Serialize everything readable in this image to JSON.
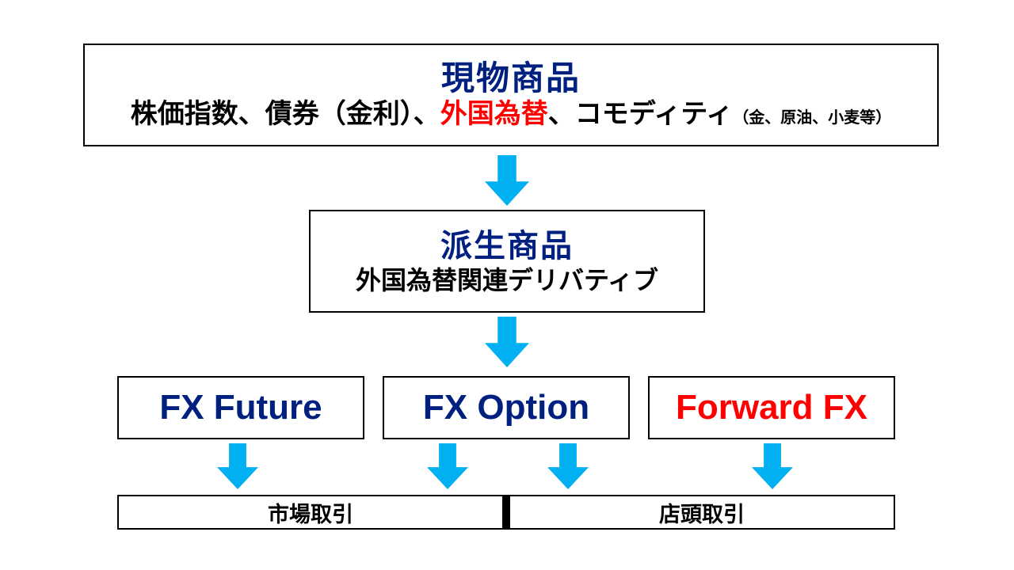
{
  "colors": {
    "navy": "#002080",
    "red": "#ff0000",
    "black": "#000000",
    "arrow_blue": "#00B0F0",
    "border": "#000000",
    "background": "#ffffff"
  },
  "top_box": {
    "title": "現物商品",
    "subtitle_part1": "株価指数、債券（金利）、",
    "subtitle_part2": "外国為替",
    "subtitle_part3": "、コモディティ",
    "subtitle_part4": "（金、原油、小麦等）"
  },
  "middle_box": {
    "title": "派生商品",
    "subtitle": "外国為替関連デリバティブ"
  },
  "product_boxes": [
    {
      "label": "FX Future",
      "color": "navy"
    },
    {
      "label": "FX Option",
      "color": "navy"
    },
    {
      "label": "Forward FX",
      "color": "red"
    }
  ],
  "bottom_boxes": [
    {
      "label": "市場取引"
    },
    {
      "label": "店頭取引"
    }
  ],
  "icons": {
    "down_arrow": "down-arrow-icon"
  }
}
